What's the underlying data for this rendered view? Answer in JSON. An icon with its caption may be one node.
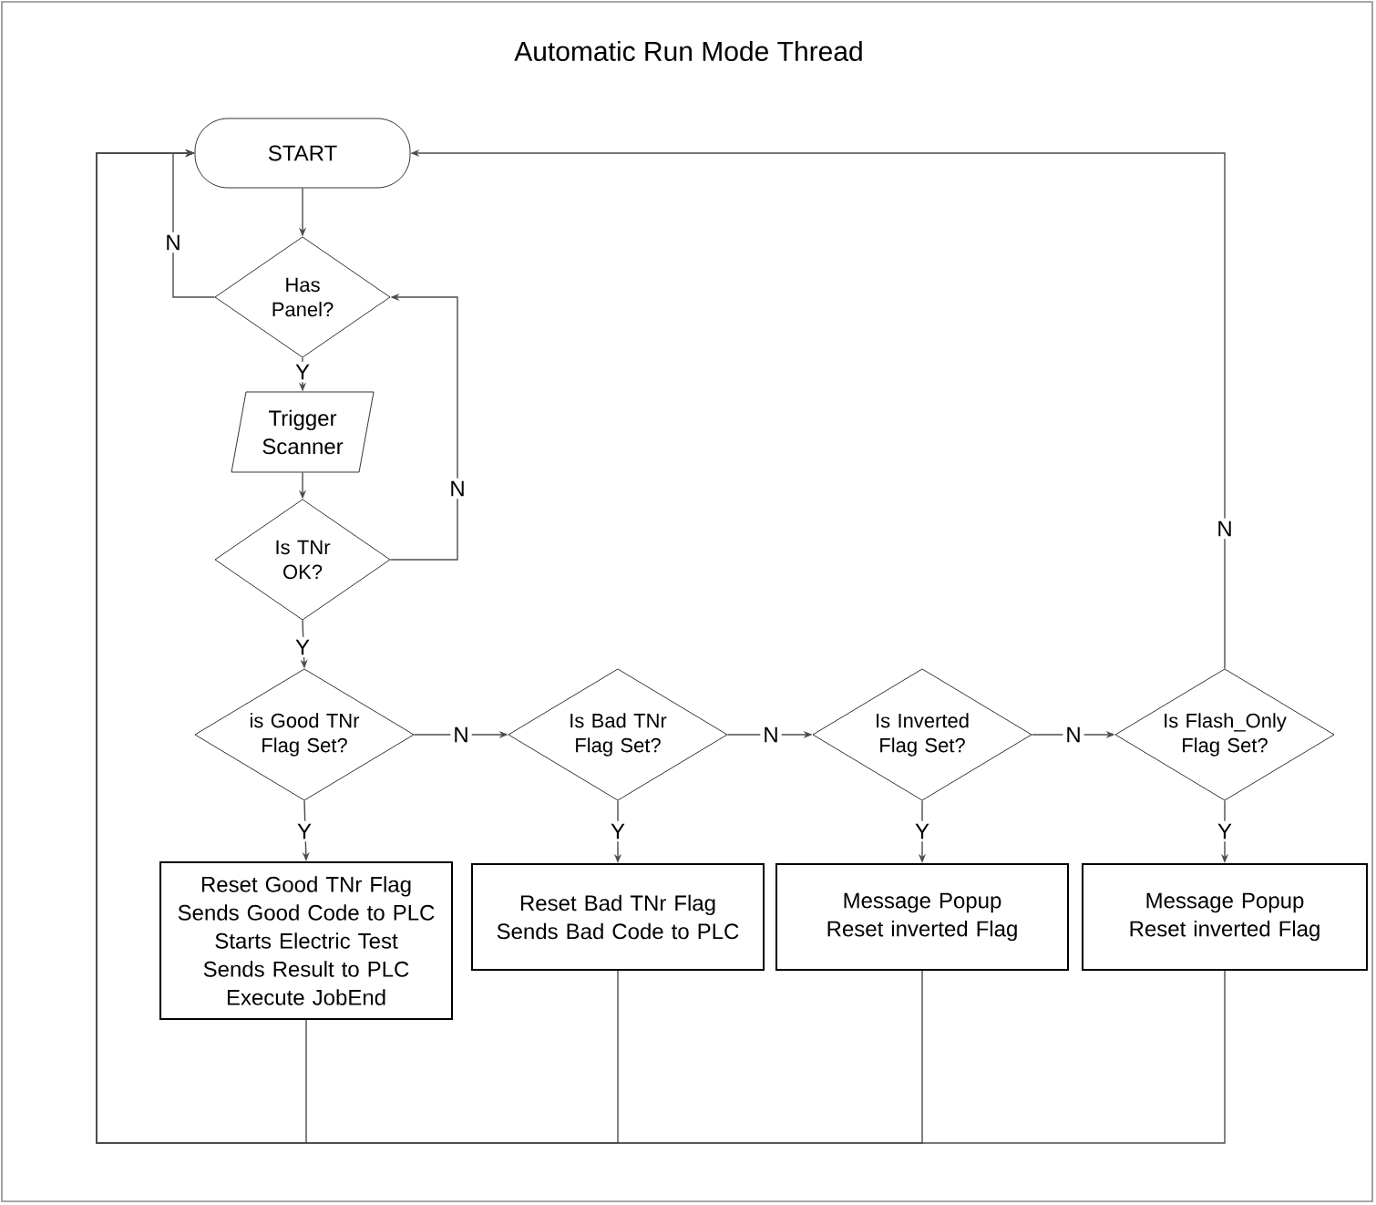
{
  "diagram": {
    "title": "Automatic Run Mode Thread",
    "nodes": [
      {
        "text": [
          "START"
        ]
      },
      {
        "text": [
          "Has Panel?"
        ]
      },
      {
        "text": [
          "Trigger Scanner"
        ]
      },
      {
        "text": [
          "Is TNr OK?"
        ]
      },
      {
        "text": [
          "is Good TNr Flag Set?"
        ]
      },
      {
        "text": [
          "Is Bad TNr Flag Set?"
        ]
      },
      {
        "text": [
          "Is Inverted Flag Set?"
        ]
      },
      {
        "text": [
          "Is Flash_Only Flag Set?"
        ]
      },
      {
        "text": [
          "Reset Good TNr Flag",
          "Sends Good Code to PLC",
          "Starts Electric Test",
          "Sends Result to PLC",
          "Execute JobEnd"
        ]
      },
      {
        "text": [
          "Reset Bad TNr Flag",
          "Sends Bad Code to PLC"
        ]
      },
      {
        "text": [
          "Message Popup",
          "Reset inverted Flag"
        ]
      },
      {
        "text": [
          "Message Popup",
          "Reset inverted Flag"
        ]
      }
    ],
    "edges": [
      {
        "from": 0,
        "to": 1,
        "arrow": "to"
      },
      {
        "from": 1,
        "to": 0,
        "arrow": "to",
        "label": "N"
      },
      {
        "from": 1,
        "to": 2,
        "arrow": "to",
        "label": "Y"
      },
      {
        "from": 2,
        "to": 3,
        "arrow": "to"
      },
      {
        "from": 3,
        "to": 1,
        "arrow": "to",
        "label": "N"
      },
      {
        "from": 3,
        "to": 4,
        "arrow": "to",
        "label": "Y"
      },
      {
        "from": 4,
        "to": 5,
        "arrow": "to",
        "label": "N"
      },
      {
        "from": 5,
        "to": 6,
        "arrow": "to",
        "label": "N"
      },
      {
        "from": 6,
        "to": 7,
        "arrow": "to",
        "label": "N"
      },
      {
        "from": 7,
        "to": 0,
        "arrow": "to",
        "label": "N"
      },
      {
        "from": 4,
        "to": 8,
        "arrow": "to",
        "label": "Y"
      },
      {
        "from": 5,
        "to": 9,
        "arrow": "to",
        "label": "Y"
      },
      {
        "from": 6,
        "to": 10,
        "arrow": "to",
        "label": "Y"
      },
      {
        "from": 7,
        "to": 11,
        "arrow": "to",
        "label": "Y"
      },
      {
        "from": 8,
        "to": 0,
        "arrow": "to"
      },
      {
        "from": 9,
        "to": 0,
        "arrow": "to"
      },
      {
        "from": 10,
        "to": 0,
        "arrow": "to"
      },
      {
        "from": 11,
        "to": 0,
        "arrow": "to"
      }
    ]
  }
}
